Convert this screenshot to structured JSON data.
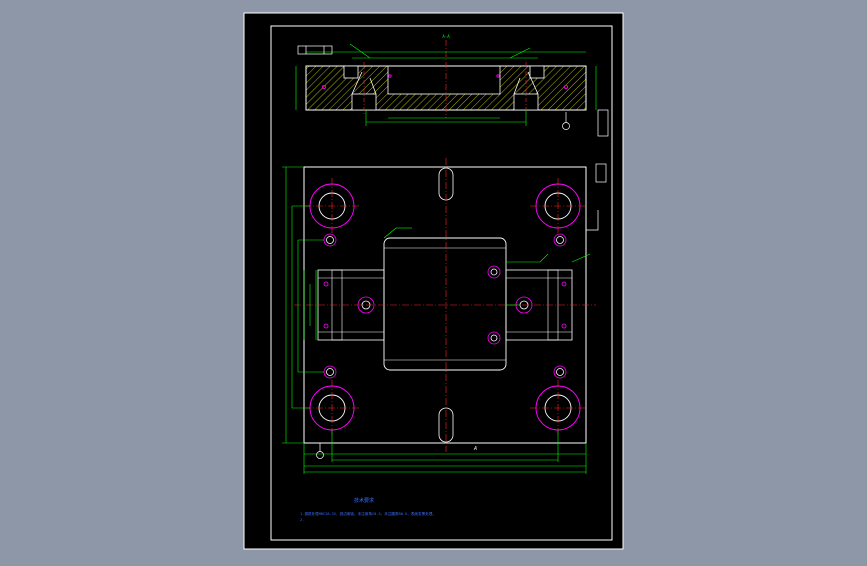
{
  "drawing": {
    "background_color": "#8d97a8",
    "sheet_color": "#000000",
    "frame_color": "#ffffff",
    "outline_color": "#ffffff",
    "dimension_color": "#00ff00",
    "centerline_color": "#ff2020",
    "hole_color": "#ff00ff",
    "note_color": "#3a6dff",
    "hatch_color": "#ffff00",
    "section_label": "A-A",
    "view_label": "A",
    "title_text": "技术要求",
    "note_line": "1.调质处理HRC28-32，锐边倒钝。未注倒角C0.5，未注圆角R0.5，表面发黑处理。",
    "note_line2": "2."
  }
}
